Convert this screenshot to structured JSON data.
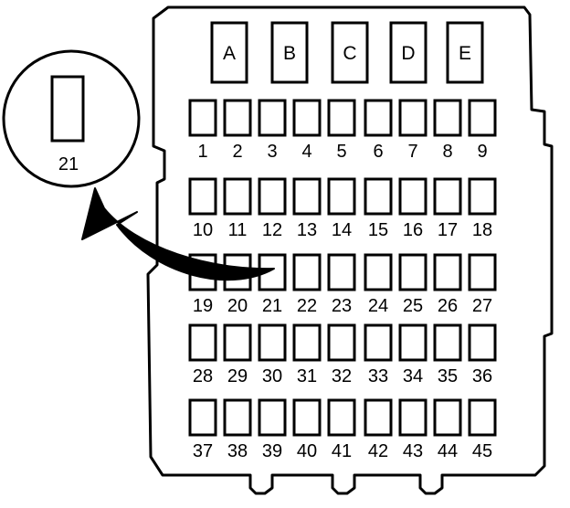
{
  "relays": [
    {
      "label": "A"
    },
    {
      "label": "B"
    },
    {
      "label": "C"
    },
    {
      "label": "D"
    },
    {
      "label": "E"
    }
  ],
  "fuse_rows": [
    [
      "1",
      "2",
      "3",
      "4",
      "5",
      "6",
      "7",
      "8",
      "9"
    ],
    [
      "10",
      "11",
      "12",
      "13",
      "14",
      "15",
      "16",
      "17",
      "18"
    ],
    [
      "19",
      "20",
      "21",
      "22",
      "23",
      "24",
      "25",
      "26",
      "27"
    ],
    [
      "28",
      "29",
      "30",
      "31",
      "32",
      "33",
      "34",
      "35",
      "36"
    ],
    [
      "37",
      "38",
      "39",
      "40",
      "41",
      "42",
      "43",
      "44",
      "45"
    ]
  ],
  "inset": {
    "label": "21"
  },
  "colors": {
    "line": "#000000",
    "background": "#ffffff"
  }
}
